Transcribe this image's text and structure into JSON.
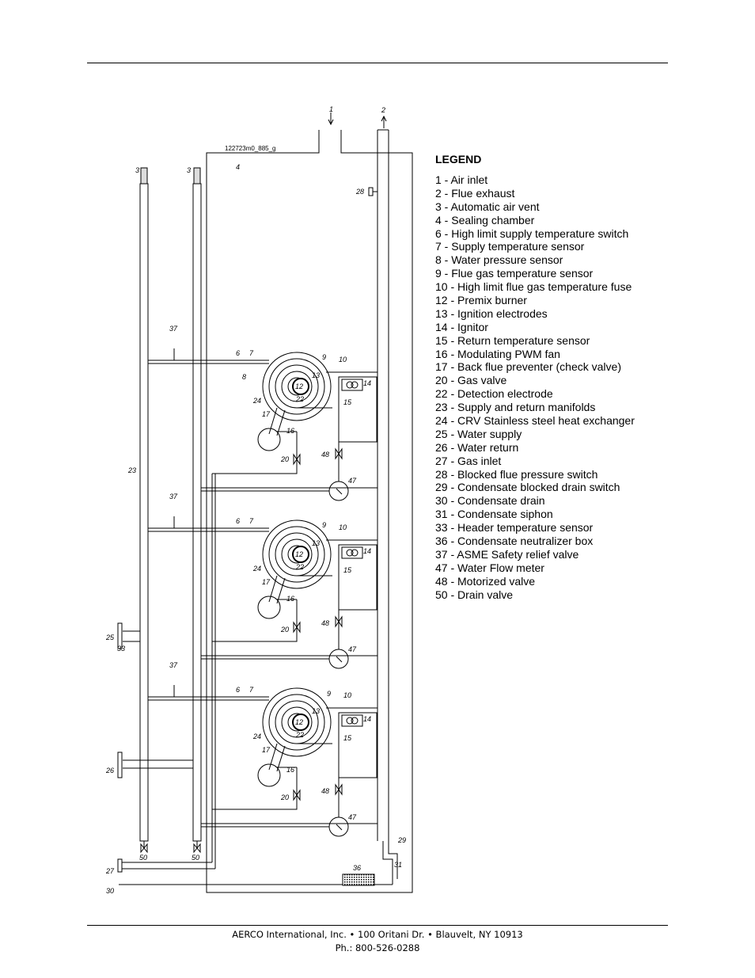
{
  "drawing_code": "122723m0_885_g",
  "legend": {
    "title": "LEGEND",
    "items": [
      "1 - Air inlet",
      "2 - Flue exhaust",
      "3 - Automatic air vent",
      "4 - Sealing chamber",
      "6 - High limit supply temperature switch",
      "7 - Supply temperature sensor",
      "8 - Water pressure sensor",
      "9 - Flue gas temperature sensor",
      "10 - High limit flue gas temperature fuse",
      "12 - Premix burner",
      "13 - Ignition electrodes",
      "14 - Ignitor",
      "15 - Return temperature sensor",
      "16 - Modulating PWM fan",
      "17 - Back flue preventer (check valve)",
      "20 - Gas valve",
      "22 - Detection electrode",
      "23 - Supply and return manifolds",
      "24 - CRV Stainless steel heat exchanger",
      "25 - Water supply",
      "26 - Water return",
      "27 - Gas inlet",
      "28 - Blocked flue pressure switch",
      "29 - Condensate blocked drain switch",
      "30 - Condensate drain",
      "31 - Condensate siphon",
      "33 - Header temperature sensor",
      "36 - Condensate neutralizer box",
      "37 - ASME Safety relief valve",
      "47 - Water Flow meter",
      "48 - Motorized valve",
      "50 - Drain valve"
    ]
  },
  "labels": {
    "air_inlet": "1",
    "flue_exhaust": "2",
    "air_vent": "3",
    "sealing_chamber": "4",
    "high_limit_switch": "6",
    "supply_sensor": "7",
    "pressure_sensor": "8",
    "flue_sensor": "9",
    "flue_fuse": "10",
    "burner": "12",
    "ignition_electrodes": "13",
    "ignitor": "14",
    "return_sensor": "15",
    "fan": "16",
    "check_valve": "17",
    "gas_valve": "20",
    "detection_electrode": "22",
    "manifolds": "23",
    "heat_exchanger": "24",
    "water_supply": "25",
    "water_return": "26",
    "gas_inlet": "27",
    "flue_switch": "28",
    "drain_switch": "29",
    "condensate_drain": "30",
    "siphon": "31",
    "header_sensor": "33",
    "neutralizer": "36",
    "relief_valve": "37",
    "flow_meter": "47",
    "motorized_valve": "48",
    "drain_valve": "50"
  },
  "footer": {
    "line1": "AERCO International, Inc. • 100 Oritani Dr. •  Blauvelt, NY 10913",
    "line2": "Ph.: 800-526-0288"
  }
}
